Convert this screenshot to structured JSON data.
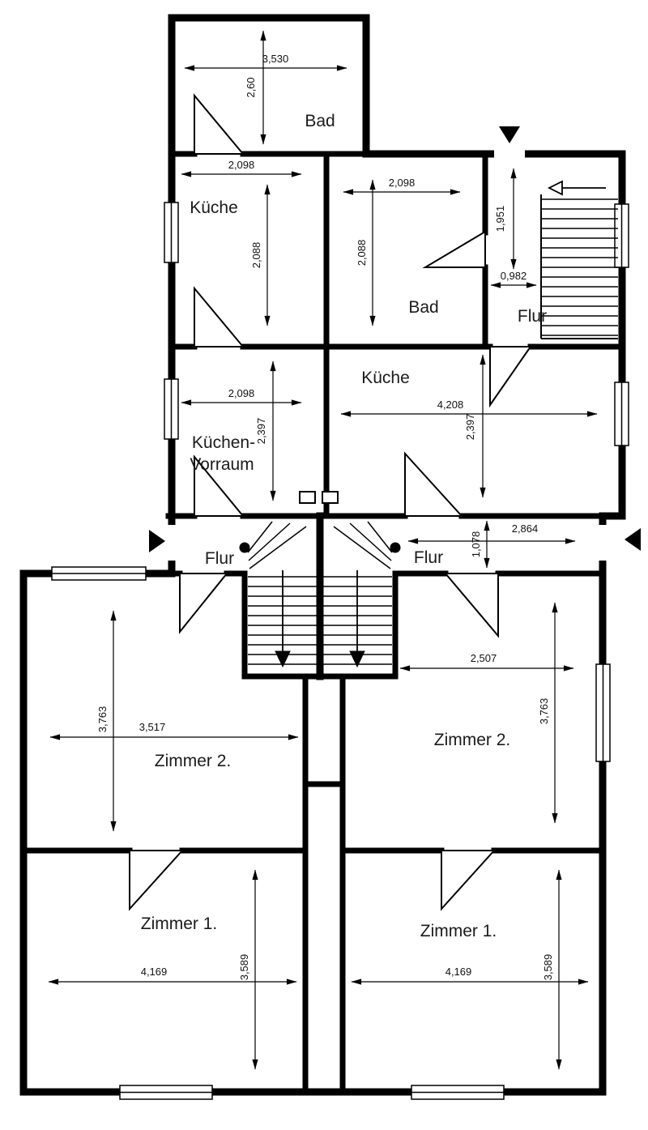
{
  "rooms": {
    "bad_top": {
      "label": "Bad",
      "width": "3,530",
      "height": "2,60"
    },
    "kueche_left": {
      "label": "Küche",
      "width": "2,098",
      "height": "2,088"
    },
    "bad_mid": {
      "label": "Bad",
      "width": "2,098",
      "height": "2,088"
    },
    "flur_upper": {
      "label": "Flur",
      "width": "0,982",
      "height": "1,951"
    },
    "kueche_mid": {
      "label": "Küche",
      "width": "4,208",
      "height": "2,397"
    },
    "kuechen_vorraum": {
      "label_line1": "Küchen-",
      "label_line2": "Vorraum",
      "width": "2,098",
      "height": "2,397"
    },
    "flur_left": {
      "label": "Flur"
    },
    "flur_right": {
      "label": "Flur",
      "width": "2,864",
      "height": "1,078"
    },
    "zimmer2_left": {
      "label": "Zimmer 2.",
      "width": "3,517",
      "height": "3,763"
    },
    "zimmer2_right": {
      "label": "Zimmer 2.",
      "width": "2,507",
      "height": "3,763"
    },
    "zimmer1_left": {
      "label": "Zimmer 1.",
      "width": "4,169",
      "height": "3,589"
    },
    "zimmer1_right": {
      "label": "Zimmer 1.",
      "width": "4,169",
      "height": "3,589"
    }
  },
  "colors": {
    "wall": "#000000",
    "background": "#ffffff",
    "text": "#1a1a1a"
  }
}
